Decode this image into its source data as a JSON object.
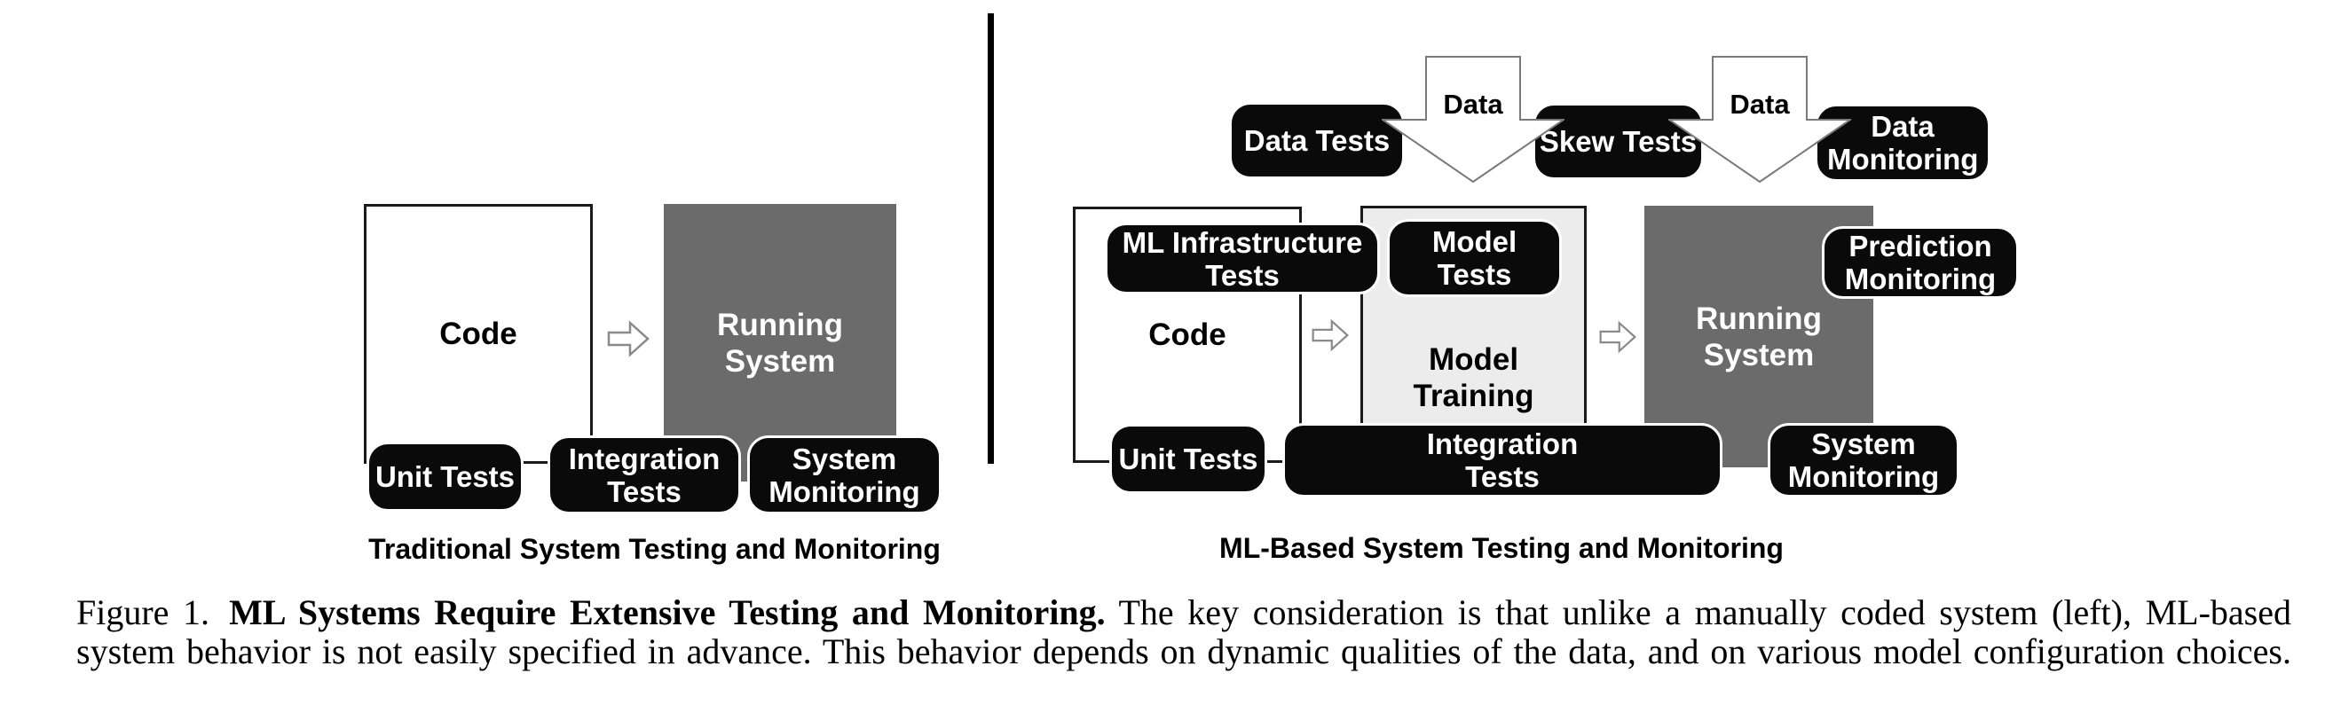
{
  "figure": {
    "left_panel": {
      "code_label": "Code",
      "running_system_label": "Running System",
      "tests": [
        "Unit Tests",
        "Integration Tests",
        "System Monitoring"
      ],
      "caption": "Traditional System Testing and Monitoring"
    },
    "right_panel": {
      "top_tests": [
        "Data Tests",
        "Skew Tests",
        "Data Monitoring"
      ],
      "data_flow_labels": [
        "Data",
        "Data"
      ],
      "code_label": "Code",
      "ml_infrastructure_label": "ML Infrastructure Tests",
      "model_tests_label": "Model Tests",
      "model_training_label": "Model Training",
      "running_system_label": "Running System",
      "prediction_monitoring_label": "Prediction Monitoring",
      "bottom_tests": [
        "Unit Tests",
        "Integration Tests",
        "System Monitoring"
      ],
      "caption": "ML-Based System Testing and Monitoring"
    },
    "caption": {
      "label": "Figure 1.",
      "bold_title": "ML Systems Require Extensive Testing and Monitoring.",
      "line1_rest": "The key consideration is that unlike a manually coded system (left), ML-based",
      "line2": "system behavior is not easily specified in advance. This behavior depends on dynamic qualities of the data, and on various model configuration choices."
    },
    "colors": {
      "running_system_gray": "#6b6b6b",
      "model_training_gray": "#ececec",
      "pill_black": "#0a0a0a"
    }
  }
}
